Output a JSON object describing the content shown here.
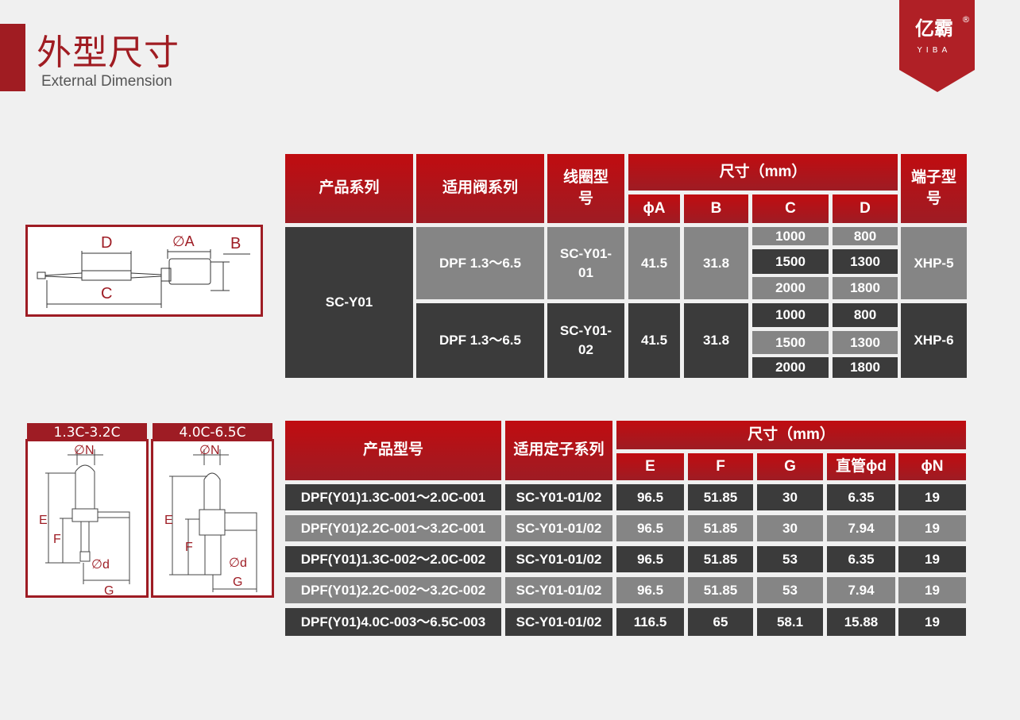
{
  "header": {
    "title": "外型尺寸",
    "subtitle": "External Dimension"
  },
  "logo": {
    "text": "亿霸",
    "latin": "YIBA",
    "mark": "®",
    "color": "#b02026"
  },
  "colors": {
    "accent": "#a01c22",
    "dark": "#3b3b3b",
    "gray": "#858585"
  },
  "diagram1": {
    "labels": {
      "a": "∅A",
      "b": "B",
      "c": "C",
      "d": "D"
    }
  },
  "diagram2": {
    "tab": "1.3C-3.2C",
    "labels": {
      "n": "∅N",
      "e": "E",
      "f": "F",
      "d": "∅d",
      "g": "G"
    }
  },
  "diagram3": {
    "tab": "4.0C-6.5C",
    "labels": {
      "n": "∅N",
      "e": "E",
      "f": "F",
      "d": "∅d",
      "g": "G"
    }
  },
  "table1": {
    "headers": {
      "series": "产品系列",
      "valve": "适用阀系列",
      "coil": "线圈型号",
      "dim": "尺寸（mm）",
      "a": "ϕA",
      "b": "B",
      "c": "C",
      "d": "D",
      "terminal": "端子型号"
    },
    "series": "SC-Y01",
    "groups": [
      {
        "valve": "DPF 1.3～6.5",
        "coil": "SC-Y01-01",
        "a": "41.5",
        "b": "31.8",
        "cd": [
          [
            "1000",
            "800"
          ],
          [
            "1500",
            "1300"
          ],
          [
            "2000",
            "1800"
          ]
        ],
        "terminal": "XHP-5"
      },
      {
        "valve": "DPF 1.3～6.5",
        "coil": "SC-Y01-02",
        "a": "41.5",
        "b": "31.8",
        "cd": [
          [
            "1000",
            "800"
          ],
          [
            "1500",
            "1300"
          ],
          [
            "2000",
            "1800"
          ]
        ],
        "terminal": "XHP-6"
      }
    ]
  },
  "table2": {
    "headers": {
      "model": "产品型号",
      "stator": "适用定子系列",
      "dim": "尺寸（mm）",
      "e": "E",
      "f": "F",
      "g": "G",
      "d": "直管ϕd",
      "n": "ϕN"
    },
    "rows": [
      [
        "DPF(Y01)1.3C-001～2.0C-001",
        "SC-Y01-01/02",
        "96.5",
        "51.85",
        "30",
        "6.35",
        "19"
      ],
      [
        "DPF(Y01)2.2C-001～3.2C-001",
        "SC-Y01-01/02",
        "96.5",
        "51.85",
        "30",
        "7.94",
        "19"
      ],
      [
        "DPF(Y01)1.3C-002～2.0C-002",
        "SC-Y01-01/02",
        "96.5",
        "51.85",
        "53",
        "6.35",
        "19"
      ],
      [
        "DPF(Y01)2.2C-002～3.2C-002",
        "SC-Y01-01/02",
        "96.5",
        "51.85",
        "53",
        "7.94",
        "19"
      ],
      [
        "DPF(Y01)4.0C-003～6.5C-003",
        "SC-Y01-01/02",
        "116.5",
        "65",
        "58.1",
        "15.88",
        "19"
      ]
    ]
  }
}
